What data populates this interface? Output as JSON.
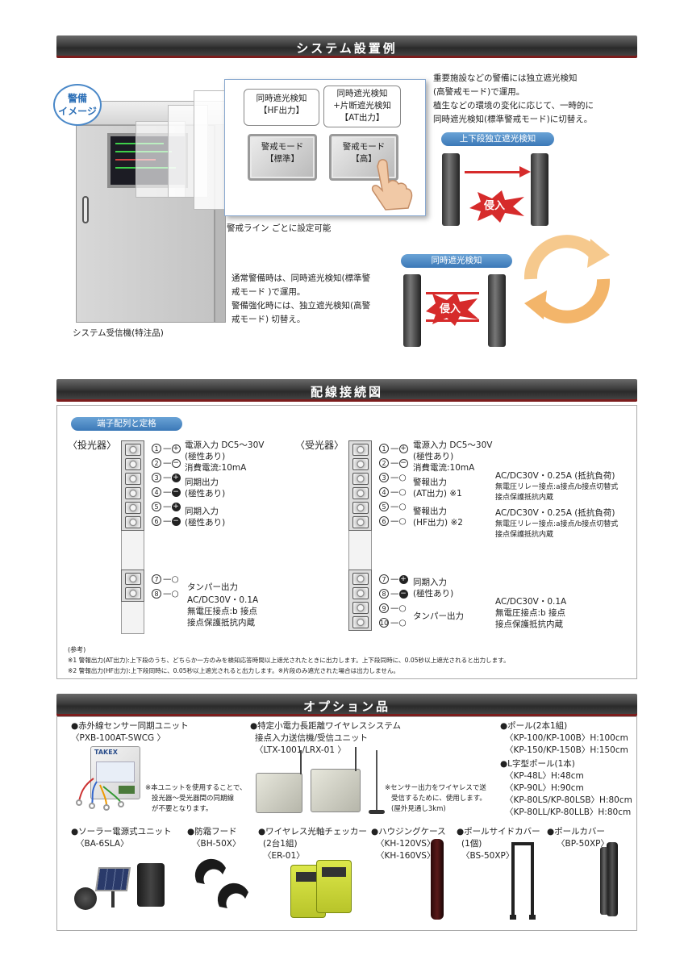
{
  "section1": {
    "title": "システム設置例",
    "badge": [
      "警備",
      "イメージ"
    ],
    "receiver_label": "システム受信機(特注品)",
    "panel_box1": [
      "同時遮光検知",
      "【HF出力】"
    ],
    "panel_box2": [
      "同時遮光検知",
      "+片断遮光検知",
      "【AT出力】"
    ],
    "panel_btn1": [
      "警戒モード",
      "【標準】"
    ],
    "panel_btn2": [
      "警戒モード",
      "【高】"
    ],
    "panel_caption": "警戒ライン ごとに設定可能",
    "text_top": [
      "重要施設などの警備には独立遮光検知",
      "(高警戒モード)で運用。",
      "植生などの環境の変化に応じて、一時的に",
      "同時遮光検知(標準警戒モード)に切替え。"
    ],
    "pill_top": "上下段独立遮光検知",
    "intrusion": "侵入",
    "pill_bottom": "同時遮光検知",
    "text_bottom": [
      "通常警備時は、同時遮光検知(標準警",
      "戒モード )で運用。",
      "警備強化時には、独立遮光検知(高警",
      "戒モード) 切替え。"
    ]
  },
  "section2": {
    "title": "配線接続図",
    "pill": "端子配列と定格",
    "tx": {
      "label": "〈投光器〉",
      "power": [
        "電源入力 DC5～30V",
        "(極性あり)",
        "消費電流:10mA"
      ],
      "sync_out": [
        "同期出力",
        "(極性あり)"
      ],
      "sync_in": [
        "同期入力",
        "(極性あり)"
      ],
      "tamper": [
        "タンパー出力",
        "AC/DC30V・0.1A",
        "無電圧接点:b 接点",
        "接点保護抵抗内蔵"
      ]
    },
    "rx": {
      "label": "〈受光器〉",
      "power": [
        "電源入力 DC5～30V",
        "(極性あり)",
        "消費電流:10mA"
      ],
      "alarm_at": [
        "警報出力",
        "(AT出力) ※1"
      ],
      "alarm_hf": [
        "警報出力",
        "(HF出力) ※2"
      ],
      "rating1": [
        "AC/DC30V・0.25A (抵抗負荷)",
        "無電圧リレー接点:a接点/b接点切替式",
        "接点保護抵抗内蔵"
      ],
      "rating2": [
        "AC/DC30V・0.25A (抵抗負荷)",
        "無電圧リレー接点:a接点/b接点切替式",
        "接点保護抵抗内蔵"
      ],
      "sync_in": [
        "同期入力",
        "(極性あり)"
      ],
      "tamper": "タンパー出力",
      "tamper_rating": [
        "AC/DC30V・0.1A",
        "無電圧接点:b 接点",
        "接点保護抵抗内蔵"
      ]
    },
    "notes": [
      "(参考)",
      "※1 警報出力(AT出力):上下段のうち、どちらか一方のみを検知応答時間以上遮光されたときに出力します。上下段同時に、0.05秒以上遮光されると出力します。",
      "※2 警報出力(HF出力):上下段同時に、0.05秒以上遮光されると出力します。※片段のみ遮光された場合は出力しません。"
    ]
  },
  "section3": {
    "title": "オプション品",
    "item1": [
      "●赤外線センサー同期ユニット",
      "〈PXB-100AT-SWCG 〉"
    ],
    "item1_note": [
      "※本ユニットを使用することで、",
      "投光器～受光器間の同期線",
      "が不要となります。"
    ],
    "item1_device": "TAKEX",
    "item2": [
      "●特定小電力長距離ワイヤレスシステム",
      "接点入力送信機/受信ユニット",
      "〈LTX-1001/LRX-01 〉"
    ],
    "item2_note": [
      "※センサー出力をワイヤレスで送",
      "受信するために、使用します。",
      "(屋外見通し3km)"
    ],
    "item3": [
      "●ポール(2本1組)",
      "〈KP-100/KP-100B〉H:100cm",
      "〈KP-150/KP-150B〉H:150cm"
    ],
    "item4": [
      "●L字型ポール(1本)",
      "〈KP-48L〉H:48cm",
      "〈KP-90L〉H:90cm",
      "〈KP-80LS/KP-80LSB〉H:80cm",
      "〈KP-80LL/KP-80LLB〉H:80cm"
    ],
    "item5": [
      "●ソーラー電源式ユニット",
      "〈BA-6SLA〉"
    ],
    "item6": [
      "●防霜フード",
      "〈BH-50X〉"
    ],
    "item7": [
      "●ワイヤレス光軸チェッカー",
      "(2台1組)",
      "〈ER-01〉"
    ],
    "item8": [
      "●ハウジングケース",
      "〈KH-120VS〉",
      "〈KH-160VS〉"
    ],
    "item9": [
      "●ポールサイドカバー",
      "(1個)",
      "〈BS-50XP〉"
    ],
    "item10": [
      "●ポールカバー",
      "〈BP-50XP〉"
    ]
  },
  "colors": {
    "bar_dark": "#3a3a3a",
    "bar_accent": "#7c1d1d",
    "pill_blue": "#3b78b7",
    "alert_red": "#d62b2b",
    "cycle_orange": "#f3b56a"
  }
}
